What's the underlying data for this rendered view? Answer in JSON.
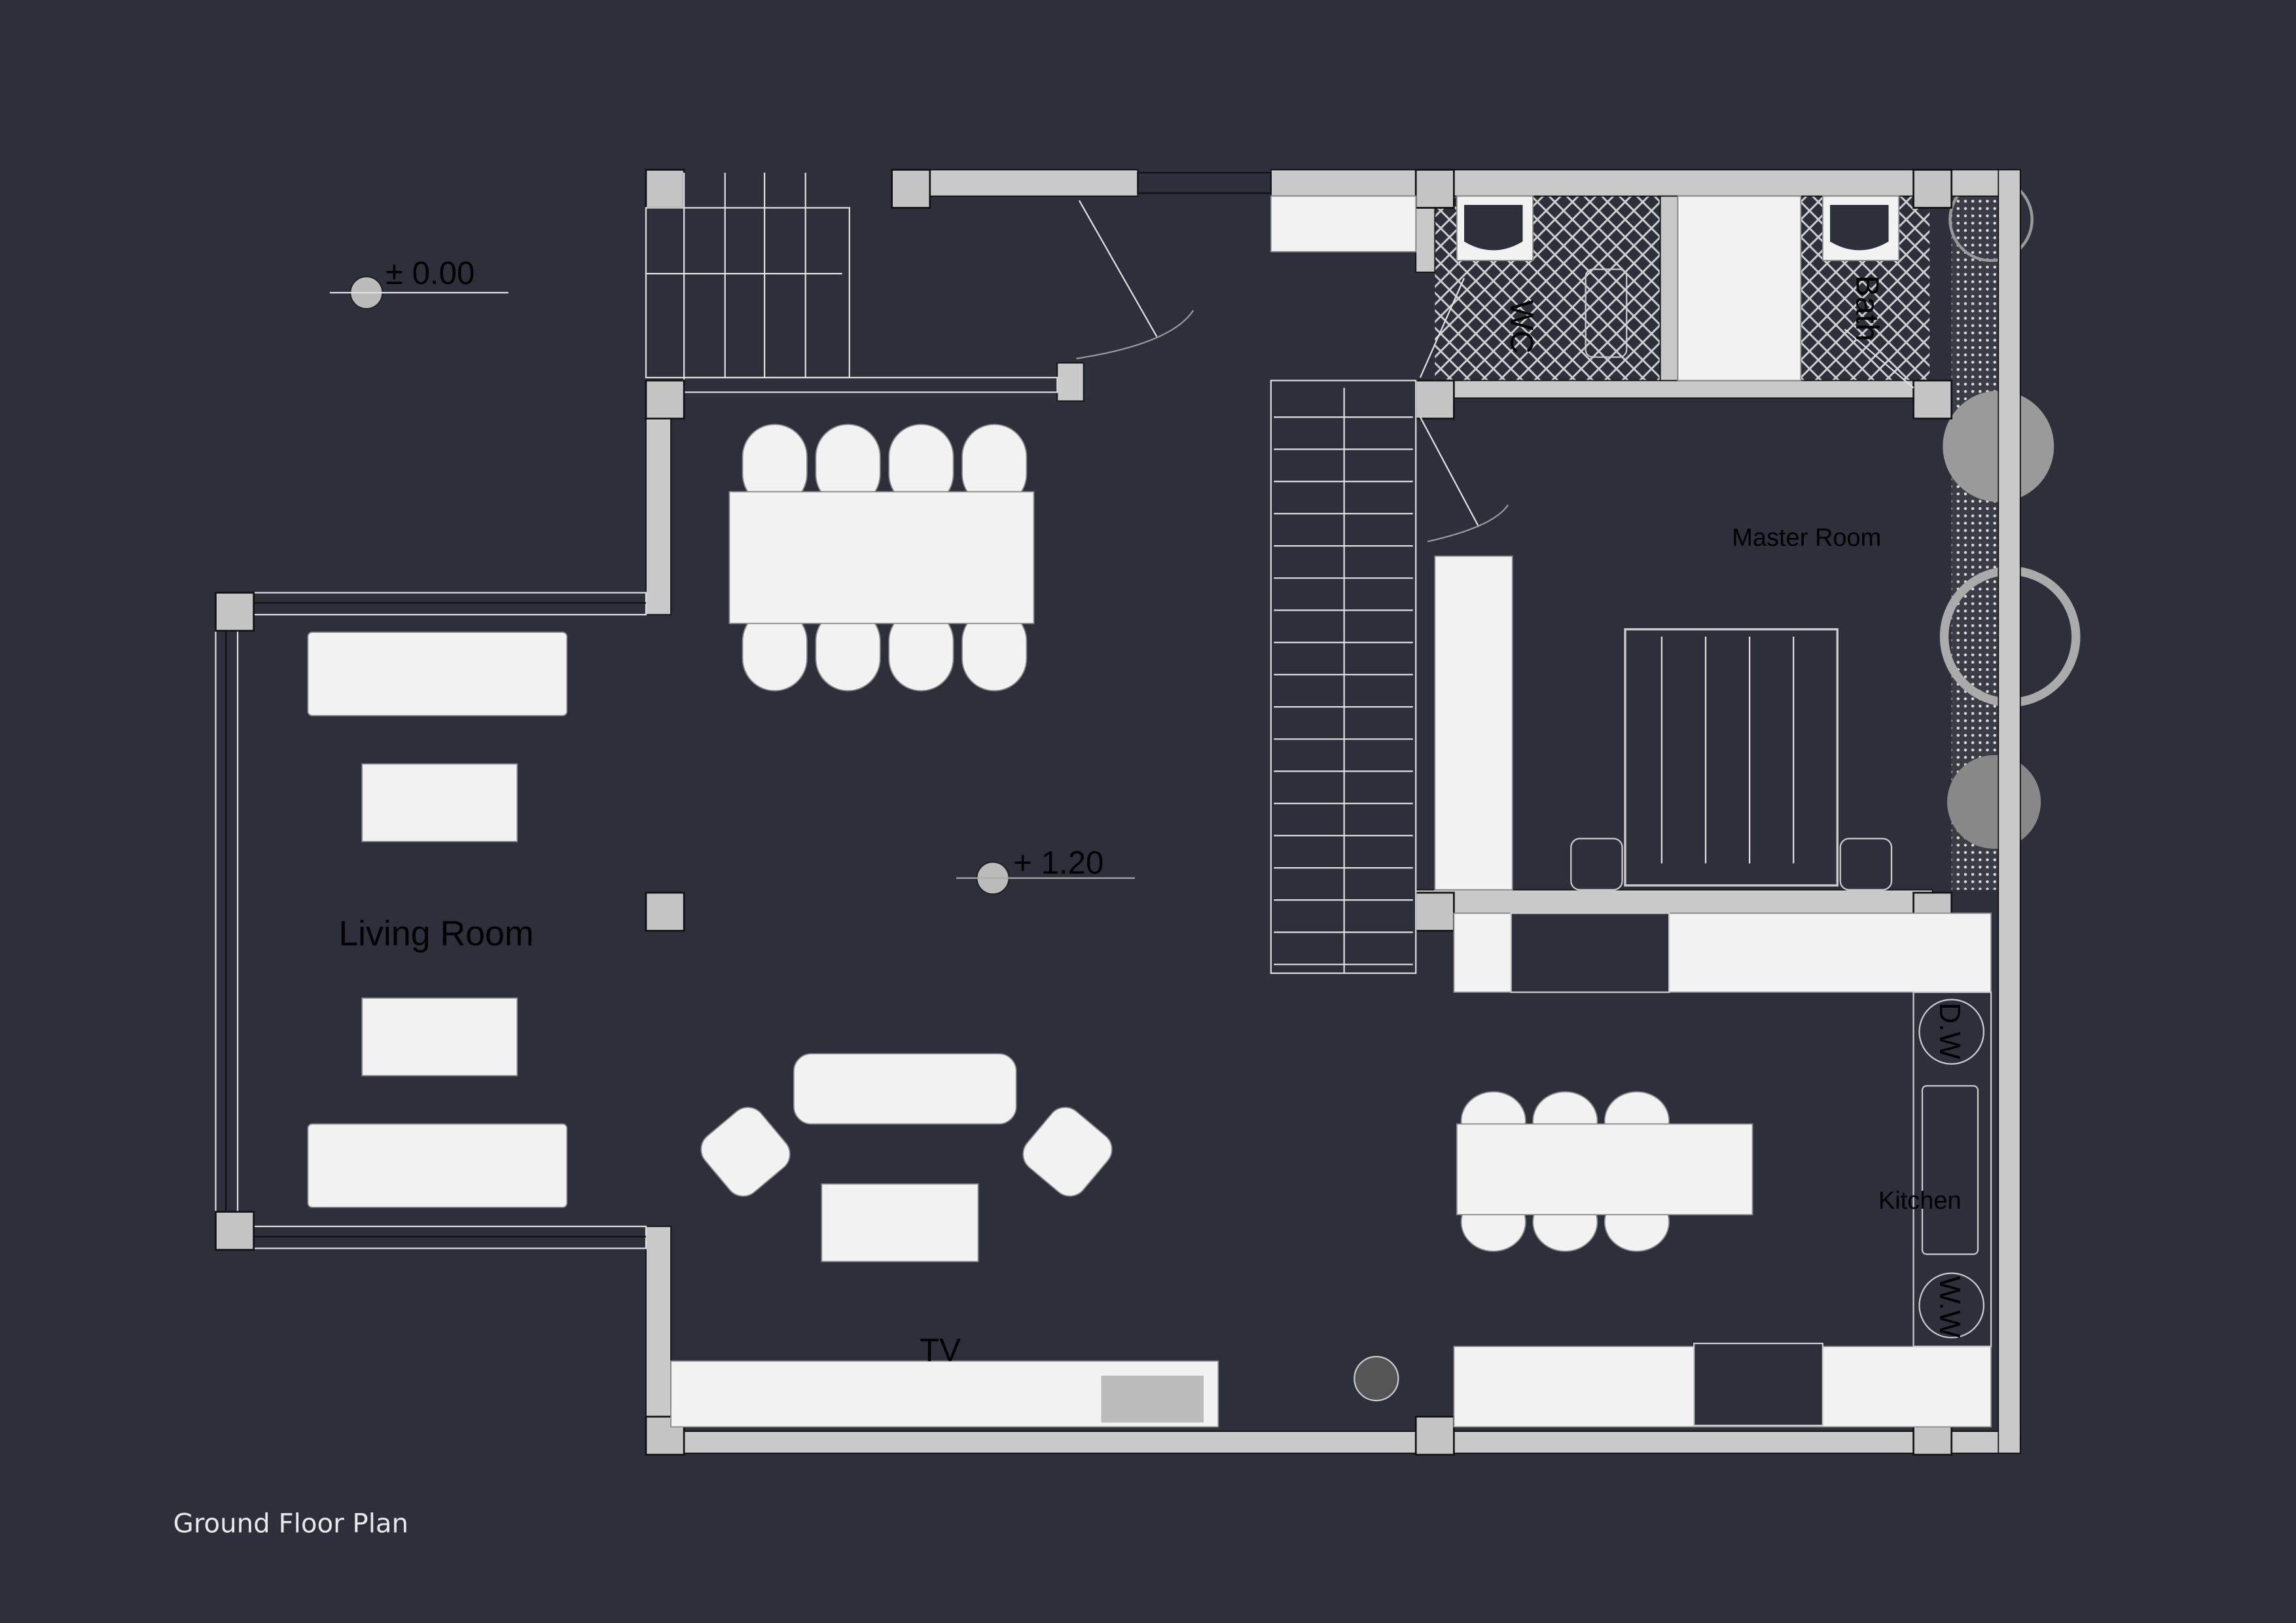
{
  "title": "Ground Floor Plan",
  "levels": {
    "entrance": "± 0.00",
    "main": "+ 1.20"
  },
  "rooms": {
    "living": "Living Room",
    "master": "Master Room",
    "wc": "WC",
    "bath": "Bath",
    "kitchen": "Kitchen",
    "tv": "TV"
  },
  "appliances": {
    "dishwasher": "D.W",
    "washer": "W.W"
  },
  "colors": {
    "background": "#2d2f3a",
    "wall": "#c9c9c9",
    "furniture": "#f2f2f2"
  }
}
